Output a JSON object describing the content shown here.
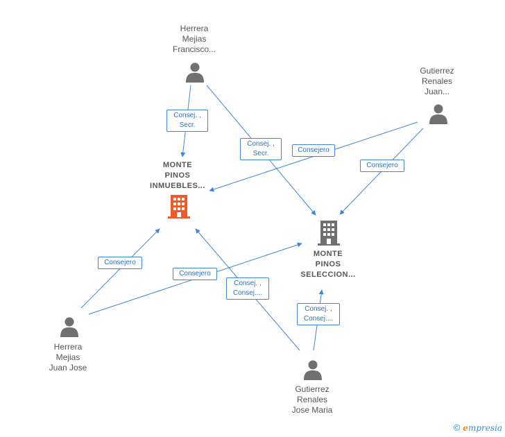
{
  "nodes": {
    "p_francisco": [
      "Herrera",
      "Mejias",
      "Francisco..."
    ],
    "p_juan_r": [
      "Gutierrez",
      "Renales",
      "Juan..."
    ],
    "c_inmuebles": [
      "MONTE",
      "PINOS",
      "INMUEBLES..."
    ],
    "c_seleccion": [
      "MONTE",
      "PINOS",
      "SELECCION..."
    ],
    "p_juan_jose": [
      "Herrera",
      "Mejias",
      "Juan Jose"
    ],
    "p_jose_maria": [
      "Gutierrez",
      "Renales",
      "Jose Maria"
    ]
  },
  "edges": {
    "e1": [
      "Consej. ,",
      "Secr."
    ],
    "e2": [
      "Consej. ,",
      "Secr."
    ],
    "e3": [
      "Consejero"
    ],
    "e4": [
      "Consejero"
    ],
    "e5": [
      "Consejero"
    ],
    "e6": [
      "Consejero"
    ],
    "e7": [
      "Consej. ,",
      "Consej...."
    ],
    "e8": [
      "Consej. ,",
      "Consej...."
    ]
  },
  "colors": {
    "edge": "#3d86d6",
    "person_icon": "#707070",
    "company_primary": "#f05a28",
    "company_secondary": "#6f6f6f"
  },
  "brand": {
    "copyright": "©",
    "initial": "e",
    "rest": "mpresia"
  }
}
